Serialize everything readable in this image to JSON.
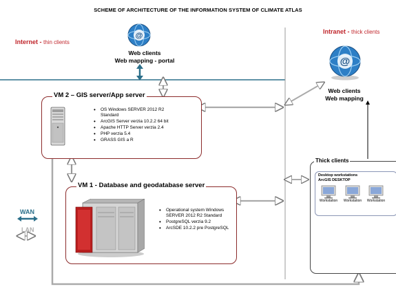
{
  "title": "SCHEME OF ARCHITECTURE OF THE INFORMATION SYSTEM OF CLIMATE ATLAS",
  "internet": {
    "label": "Internet -",
    "sub": "thin clients"
  },
  "intranet": {
    "label": "Intranet -",
    "sub": "thick clients"
  },
  "web_clients_internet": {
    "line1": "Web clients",
    "line2": "Web mapping - portal"
  },
  "web_clients_intranet": {
    "line1": "Web clients",
    "line2": "Web mapping"
  },
  "vm2": {
    "title": "VM 2 – GIS server/App server",
    "items": [
      "OS Windows SERVER 2012 R2 Standard",
      "ArcGIS Server  verzia 10.2.2 64 bit",
      "Apache HTTP Server verzia 2.4",
      "PHP verzia 5.4",
      "GRASS GIS a R"
    ]
  },
  "vm1": {
    "title": "VM 1 - Database and  geodatabase server",
    "items": [
      "Operational system Windows SERVER 2012 R2 Standard",
      "PostgreSQL verzia 9.2",
      "ArcSDE 10.2.2 pre PostgreSQL"
    ]
  },
  "thick_clients": {
    "title": "Thick clients",
    "group_line1": "Desktop workstations",
    "group_line2": "ArcGIS DESKTOP",
    "workstations": [
      "Workstation",
      "Workstation",
      "Workstation"
    ]
  },
  "legend": {
    "wan": "WAN",
    "lan": "LAN"
  },
  "colors": {
    "accent_red": "#c0262c",
    "box_border": "#8b2a2a",
    "network_line": "#2b6f8a",
    "wan_arrow": "#2b6f8a",
    "lan_arrow": "#b0b0b0",
    "divider": "#9a9a9a",
    "server_red": "#b81e1e"
  }
}
